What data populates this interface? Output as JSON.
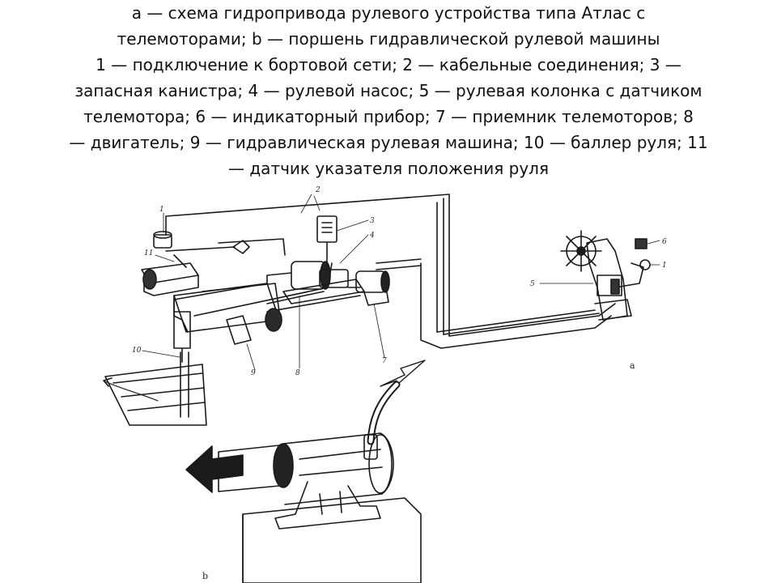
{
  "caption": {
    "lines": [
      "a — схема гидропривода рулевого устройства типа Атлас с",
      "телемоторами; b — поршень гидравлической рулевой машины",
      "1 — подключение к бортовой сети; 2 — кабельные соединения; 3 —",
      "запасная канистра; 4 — рулевой насос; 5 — рулевая колонка с датчиком",
      "телемотора; 6 — индикаторный прибор; 7 — приемник телемоторов; 8",
      "— двигатель; 9 — гидравлическая рулевая машина; 10 — баллер руля; 11",
      "— датчик указателя положения руля"
    ]
  },
  "labels": {
    "n1a": "1",
    "n1b": "1",
    "n2": "2",
    "n3": "3",
    "n4": "4",
    "n5": "5",
    "n6": "6",
    "n7": "7",
    "n8": "8",
    "n9": "9",
    "n10": "10",
    "n11": "11",
    "panel_a": "a",
    "panel_b": "b"
  }
}
